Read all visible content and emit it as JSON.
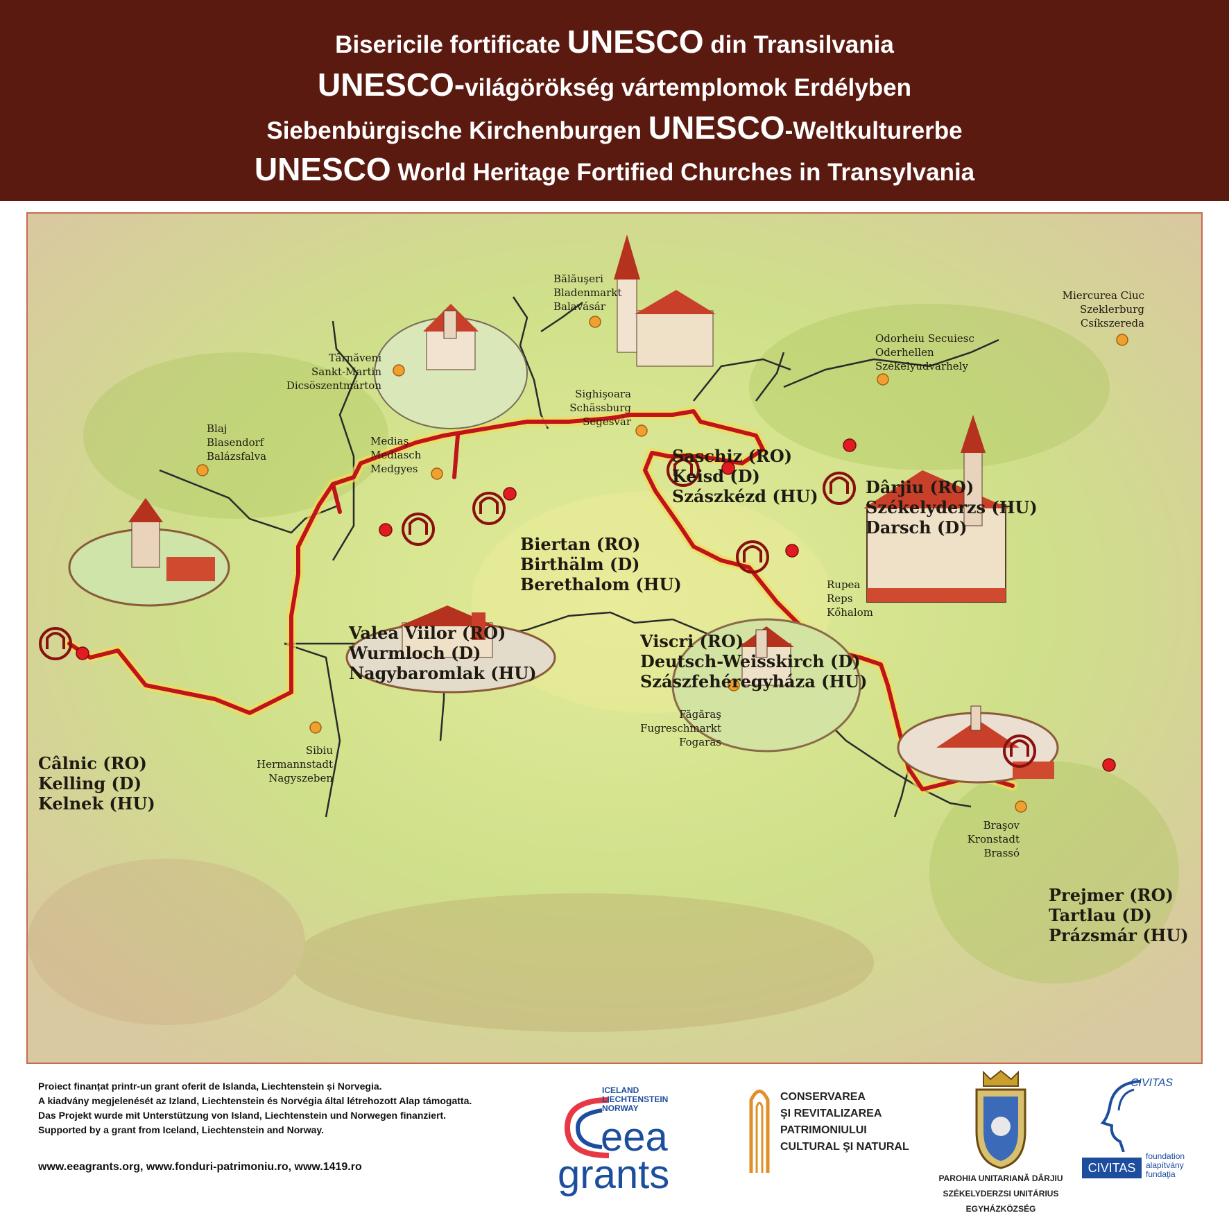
{
  "title_lines": [
    {
      "pre": "Bisericile fortificate ",
      "em": "UNESCO",
      "post": " din Transilvania"
    },
    {
      "pre": "",
      "em": "UNESCO-",
      "post": "világörökség vártemplomok Erdélyben"
    },
    {
      "pre": "Siebenbürgische  Kirchenburgen ",
      "em": "UNESCO",
      "post": "-Weltkulturerbe"
    },
    {
      "pre": "",
      "em": "UNESCO",
      "post": " World Heritage Fortified Churches in Transylvania"
    }
  ],
  "cities": {
    "balauseri": [
      "Bălăuşeri",
      "Bladenmarkt",
      "Balavásár"
    ],
    "tarnaveni": [
      "Târnăveni",
      "Sankt-Martin",
      "Dicsöszentmárton"
    ],
    "sighisoara": [
      "Sighişoara",
      "Schässburg",
      "Segesvár"
    ],
    "odorheiu": [
      "Odorheiu Secuiesc",
      "Oderhellen",
      "Székelyudvarhely"
    ],
    "miercurea": [
      "Miercurea Ciuc",
      "Szeklerburg",
      "Csíkszereda"
    ],
    "blaj": [
      "Blaj",
      "Blasendorf",
      "Balázsfalva"
    ],
    "medias": [
      "Mediaş",
      "Mediasch",
      "Medgyes"
    ],
    "rupea": [
      "Rupea",
      "Reps",
      "Kőhalom"
    ],
    "fagaras": [
      "Făgăraş",
      "Fugreschmarkt",
      "Fogaras"
    ],
    "sibiu": [
      "Sibiu",
      "Hermannstadt",
      "Nagyszeben"
    ],
    "brasov": [
      "Braşov",
      "Kronstadt",
      "Brassó"
    ]
  },
  "sites": {
    "saschiz": [
      "Saschiz (RO)",
      "Keisd (D)",
      "Szászkézd (HU)"
    ],
    "darjiu": [
      "Dârjiu (RO)",
      "Székelyderzs (HU)",
      "Darsch (D)"
    ],
    "biertan": [
      "Biertan (RO)",
      "Birthälm (D)",
      "Berethalom (HU)"
    ],
    "valea": [
      "Valea Viilor (RO)",
      "Wurmloch (D)",
      "Nagybaromlak (HU)"
    ],
    "viscri": [
      "Viscri (RO)",
      "Deutsch-Weisskirch (D)",
      "Szászfehéregyháza (HU)"
    ],
    "calnic": [
      "Câlnic (RO)",
      "Kelling (D)",
      "Kelnek (HU)"
    ],
    "prejmer": [
      "Prejmer (RO)",
      "Tartlau (D)",
      "Prázsmár (HU)"
    ]
  },
  "footer": {
    "notes": [
      "Proiect finanțat printr-un grant oferit de Islanda, Liechtenstein și Norvegia.",
      "A kiadvány megjelenését az Izland, Liechtenstein és Norvégia által létrehozott Alap támogatta.",
      "Das Projekt wurde mit Unterstützung von Island, Liechtenstein und Norwegen finanziert.",
      "Supported by a grant from Iceland, Liechtenstein and Norway."
    ],
    "urls": "www.eeagrants.org, www.fonduri-patrimoniu.ro, www.1419.ro",
    "eea": {
      "countries": [
        "ICELAND",
        "LIECHTENSTEIN",
        "NORWAY"
      ],
      "word1": "eea",
      "word2": "grants"
    },
    "conservare": [
      "CONSERVAREA",
      "ŞI REVITALIZAREA",
      "PATRIMONIULUI",
      "CULTURAL ŞI NATURAL"
    ],
    "parohia": [
      "PAROHIA UNITARIANĂ DÂRJIU",
      "SZÉKELYDERZSI UNITÁRIUS",
      "EGYHÁZKÖZSÉG"
    ],
    "civitas": {
      "arc": "CIVITAS",
      "badge": "CIVITAS",
      "sub": [
        "foundation",
        "alapítvány",
        "fundaţia"
      ]
    }
  },
  "colors": {
    "header": "#5b1a10",
    "route": "#c0141a",
    "road": "#2a2a2a",
    "city_dot": "#f0a030",
    "site_dot": "#e01c22",
    "unesco": "#8a1010",
    "map_green": "#cfe08a"
  }
}
